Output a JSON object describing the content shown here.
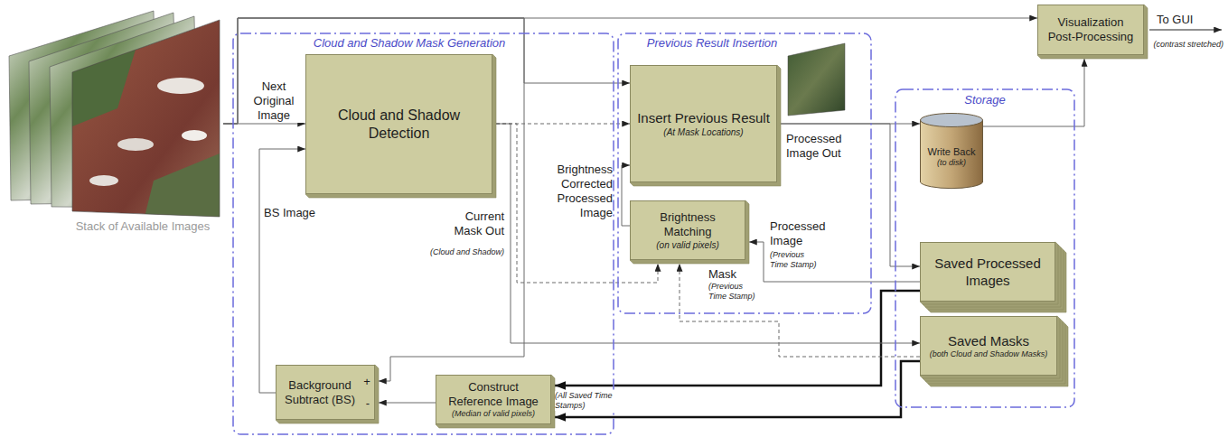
{
  "diagram": {
    "nodes": [
      {
        "text": [
          "Stack of Available Images"
        ]
      },
      {
        "text": [
          "Cloud and Shadow Mask Generation"
        ]
      },
      {
        "text": [
          "Cloud and Shadow Detection"
        ],
        "in": 1
      },
      {
        "text": [
          "Background Subtract (BS)"
        ],
        "in": 1
      },
      {
        "text": [
          "Construct Reference Image",
          "(Median of valid pixels)"
        ],
        "in": 1
      },
      {
        "text": [
          "Previous Result Insertion"
        ]
      },
      {
        "text": [
          "Insert Previous Result",
          "(At Mask Locations)"
        ],
        "in": 5
      },
      {
        "text": [
          "Brightness Matching",
          "(on valid pixels)"
        ],
        "in": 5
      },
      {
        "text": [
          "Storage"
        ]
      },
      {
        "text": [
          "Write Back",
          "(to disk)"
        ],
        "in": 8
      },
      {
        "text": [
          "Saved Processed Images"
        ],
        "in": 8
      },
      {
        "text": [
          "Saved Masks",
          "(both Cloud and Shadow Masks)"
        ],
        "in": 8
      },
      {
        "text": [
          "Visualization Post-Processing"
        ]
      }
    ],
    "edges": [
      {
        "from": 0,
        "to": 2,
        "label": "Next Original Image",
        "arrow": "to"
      },
      {
        "from": 0,
        "to": 12,
        "arrow": "to"
      },
      {
        "from": 0,
        "to": 6,
        "arrow": "to"
      },
      {
        "from": 0,
        "to": 3,
        "arrow": "to"
      },
      {
        "from": 4,
        "to": 3,
        "arrow": "to"
      },
      {
        "from": 3,
        "to": 2,
        "label": "BS Image",
        "arrow": "to"
      },
      {
        "from": 10,
        "to": 4,
        "arrow": "to"
      },
      {
        "from": 11,
        "to": 4,
        "arrow": "to"
      },
      {
        "from": 2,
        "to": 6,
        "arrow": "to"
      },
      {
        "from": 2,
        "to": 7,
        "arrow": "to"
      },
      {
        "from": 10,
        "to": 7,
        "label": "Processed Image",
        "arrow": "to"
      },
      {
        "from": 11,
        "to": 7,
        "label": "Mask",
        "arrow": "to"
      },
      {
        "from": 2,
        "to": 11,
        "label": "Current Mask Out",
        "arrow": "to"
      },
      {
        "from": 7,
        "to": 6,
        "label": "Brightness Corrected Processed Image",
        "arrow": "to"
      },
      {
        "from": 6,
        "to": 9,
        "label": "Processed Image Out",
        "arrow": "to"
      },
      {
        "from": 6,
        "to": 10,
        "arrow": "to"
      },
      {
        "from": 9,
        "to": 12,
        "arrow": "to"
      }
    ],
    "labels": [
      "(Cloud and Shadow)",
      "(Previous Time Stamp)",
      "(Previous Time Stamp)",
      "+",
      "-",
      "(All Saved Time Stamps)",
      "To GUI",
      "(contrast stretched)"
    ]
  }
}
